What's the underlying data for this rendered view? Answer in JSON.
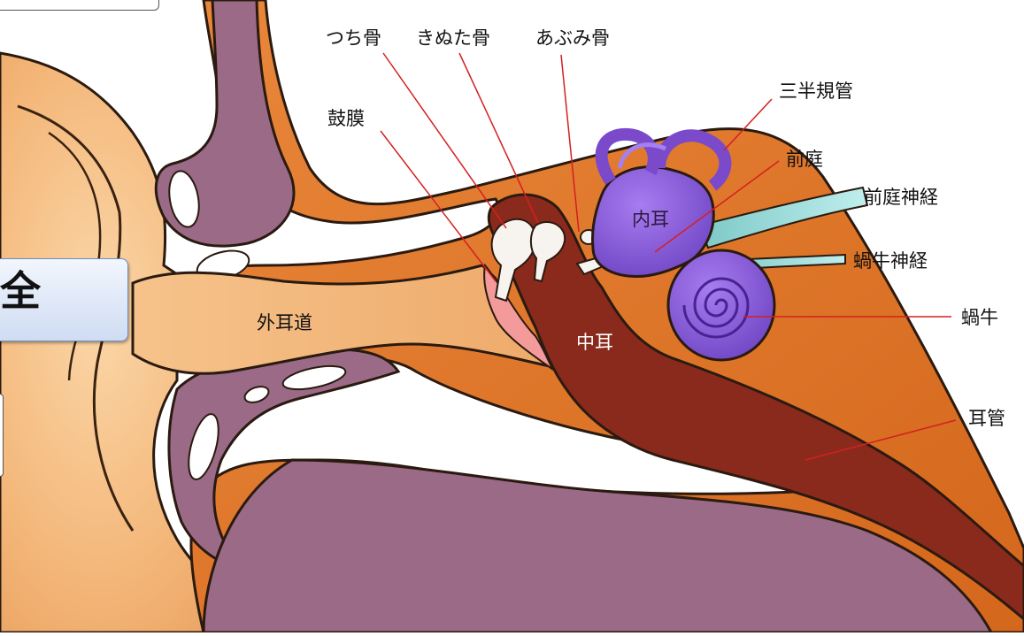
{
  "labels": {
    "tsuchi": "つち骨",
    "kinuta": "きぬた骨",
    "abumi": "あぶみ骨",
    "sanhan": "三半規管",
    "komaku": "鼓膜",
    "zentei": "前庭",
    "zentei_shinkei": "前庭神経",
    "naiji": "内耳",
    "kagyu_shinkei": "蝸牛神経",
    "gaijido": "外耳道",
    "kagyu": "蝸牛",
    "chuji": "中耳",
    "jikan": "耳管"
  },
  "side_box": {
    "text": "全"
  },
  "colors": {
    "skin": "#f0b070",
    "bone_orange": "#e07a28",
    "tissue_purple": "#9a6a86",
    "cavity": "#8a2a1c",
    "inner_ear": "#8456d6",
    "nerve": "#8fd8d6",
    "leader_line": "#d42020"
  }
}
